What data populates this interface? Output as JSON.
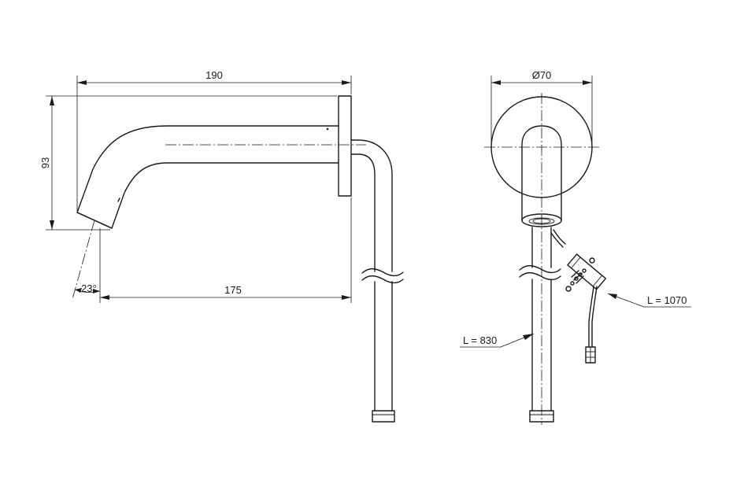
{
  "side_view": {
    "width_label": "190",
    "height_label": "93",
    "reach_label": "175",
    "angle_label": "23°"
  },
  "front_view": {
    "diameter_label": "Ø70",
    "pipe_length_label": "L = 830",
    "cable_length_label": "L = 1070"
  }
}
